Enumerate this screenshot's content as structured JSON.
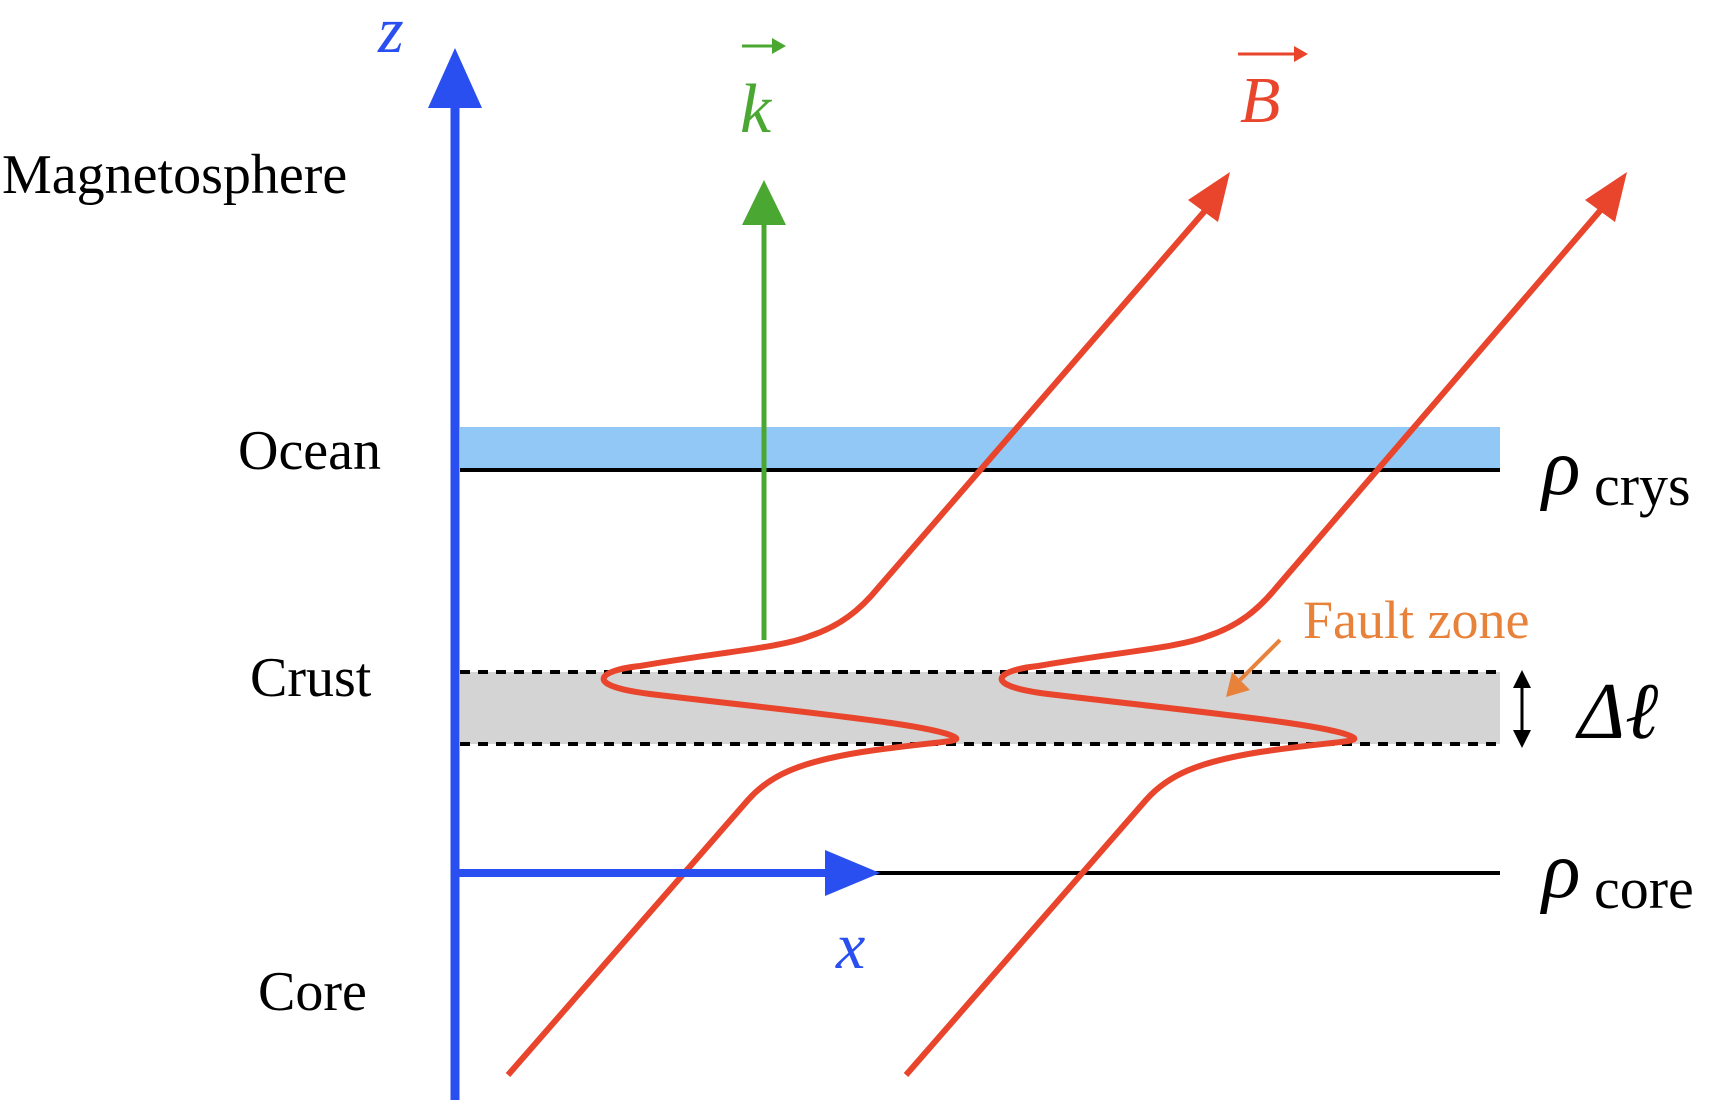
{
  "layers": {
    "magnetosphere": "Magnetosphere",
    "ocean": "Ocean",
    "crust": "Crust",
    "core": "Core"
  },
  "axes": {
    "z": "z",
    "x": "x"
  },
  "vectors": {
    "k": "k",
    "B": "B"
  },
  "densities": {
    "crys_symbol": "ρ",
    "crys_sub": "crys",
    "core_symbol": "ρ",
    "core_sub": "core"
  },
  "fault": {
    "label": "Fault zone",
    "thickness_symbol": "Δℓ"
  },
  "colors": {
    "axis": "#2a4ff0",
    "field": "#e8452c",
    "wavevector": "#4aa832",
    "fault_label": "#e8823a",
    "ocean_fill": "#92c8f6",
    "fault_fill": "#d4d4d4",
    "text": "#000000"
  }
}
